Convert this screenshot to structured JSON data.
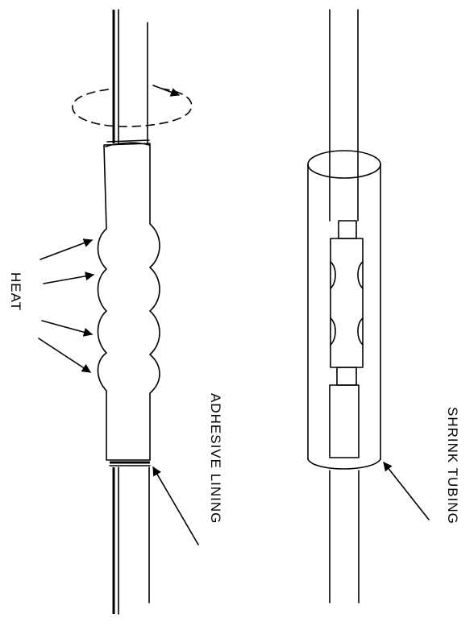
{
  "labels": {
    "heat": "HEAT",
    "adhesive_lining": "ADHESIVE LINING",
    "shrink_tubing": "SHRINK TUBING"
  },
  "colors": {
    "ink": "#000000",
    "background": "#ffffff"
  }
}
